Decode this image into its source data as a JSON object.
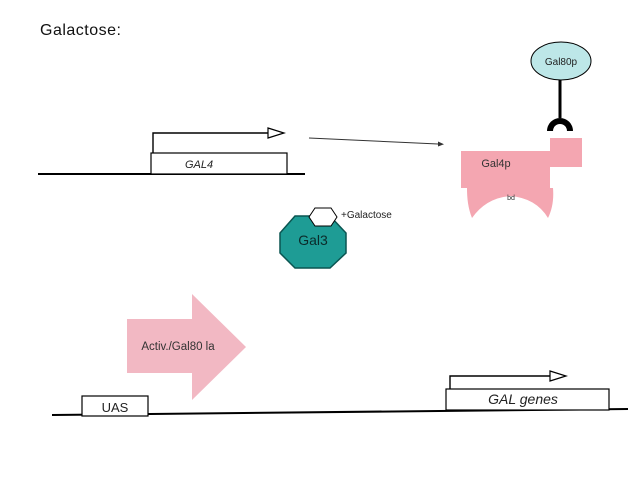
{
  "title": "Galactose:",
  "gal4_gene_label": "GAL4",
  "gal80p_label": "Gal80p",
  "gal4p_label": "Gal4p",
  "bd_label": "bd",
  "gal3_label": "Gal3",
  "galactose_label": "+Galactose",
  "arrow_label": "Activ./Gal80 la",
  "uas_label": "UAS",
  "gal_genes_label": "GAL genes",
  "colors": {
    "pink": "#f4a6b1",
    "teal": "#1e9c95",
    "gal80_fill": "#bde7e8",
    "arrow_fill": "#f2b8c3"
  }
}
